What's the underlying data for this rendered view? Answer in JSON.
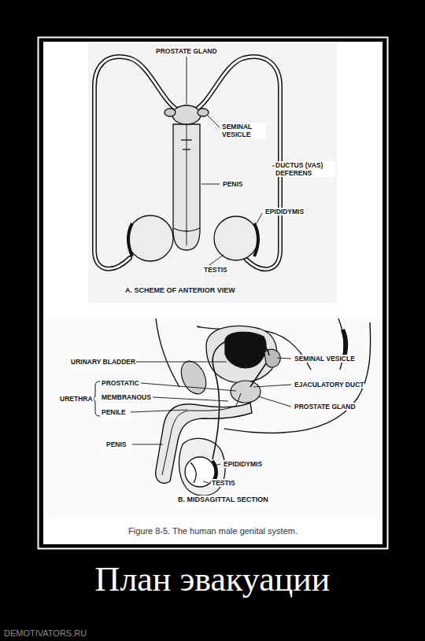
{
  "diagram": {
    "title": "План эвакуации",
    "caption": "Figure 8-5. The human male genital system.",
    "labels": [
      "PROSTATE GLAND",
      "SEMINAL VESICLE",
      "DUCTUS (VAS) DEFERENS",
      "PENIS",
      "EPIDIDYMIS",
      "TESTIS",
      "A. SCHEME OF ANTERIOR VIEW",
      "URINARY BLADDER",
      "SEMINAL VESICLE",
      "PROSTATIC",
      "EJACULATORY DUCT",
      "URETHRA",
      "MEMBRANOUS",
      "PROSTATE GLAND",
      "PENILE",
      "PENIS",
      "EPIDIDYMIS",
      "TESTIS",
      "B. MIDSAGITTAL SECTION",
      "DEMOTIVATORS.RU"
    ]
  }
}
